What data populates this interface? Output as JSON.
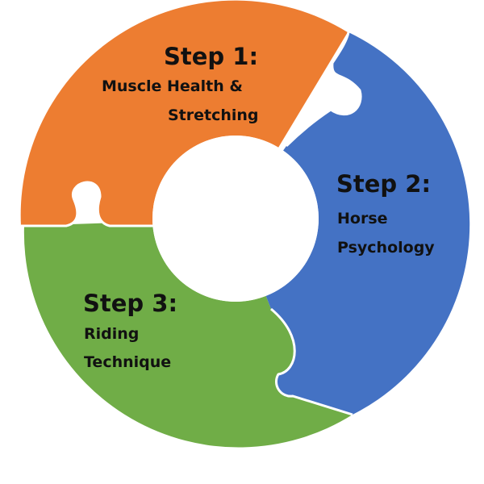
{
  "colors": {
    "step1": "#ED7D31",
    "step2": "#4472C4",
    "step3": "#70AD47",
    "seam": "#ffffff",
    "text": "#111111"
  },
  "pieces": [
    {
      "id": "step1",
      "title": "Step 1:",
      "lines": [
        "Muscle Health &",
        "Stretching"
      ]
    },
    {
      "id": "step2",
      "title": "Step 2:",
      "lines": [
        "Horse",
        "Psychology"
      ]
    },
    {
      "id": "step3",
      "title": "Step 3:",
      "lines": [
        "Riding",
        "Technique"
      ]
    }
  ]
}
